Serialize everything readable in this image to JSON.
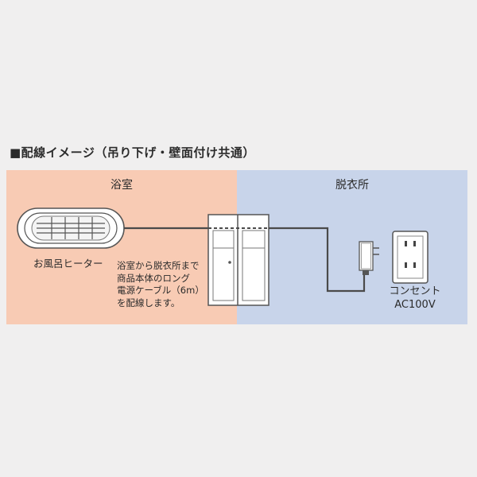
{
  "title": "■配線イメージ（吊り下げ・壁面付け共通）",
  "zones": {
    "bathroom": "浴室",
    "dressing_room": "脱衣所"
  },
  "heater_label": "お風呂ヒーター",
  "note_lines": [
    "浴室から脱衣所まで",
    "商品本体のロング",
    "電源ケーブル（6m）",
    "を配線します。"
  ],
  "outlet": {
    "label": "コンセント",
    "voltage": "AC100V"
  },
  "colors": {
    "bathroom_bg": "#f8cbb4",
    "dressing_bg": "#c8d4ea",
    "cable": "#4a4a4a",
    "page_bg": "#f0efef"
  }
}
